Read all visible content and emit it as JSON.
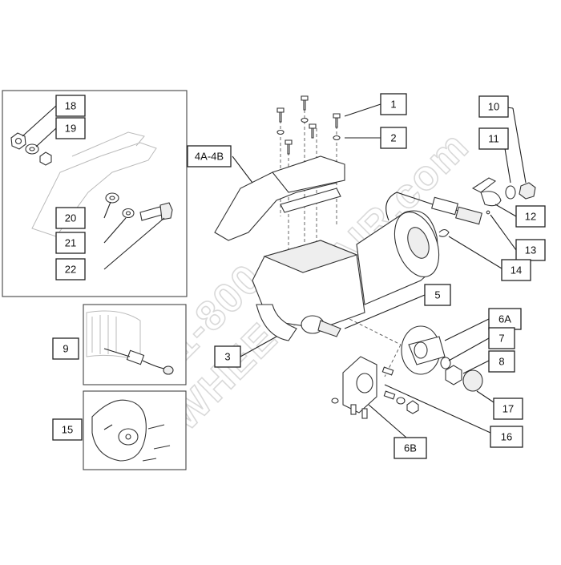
{
  "watermark": {
    "line1": "1-800",
    "line2": "WHEELCHAIR.com"
  },
  "callouts": {
    "c1": "1",
    "c2": "2",
    "c3": "3",
    "c4a4b": "4A-4B",
    "c5": "5",
    "c6a": "6A",
    "c6b": "6B",
    "c7": "7",
    "c8": "8",
    "c9": "9",
    "c10": "10",
    "c11": "11",
    "c12": "12",
    "c13": "13",
    "c14": "14",
    "c15": "15",
    "c16": "16",
    "c17": "17",
    "c18": "18",
    "c19": "19",
    "c20": "20",
    "c21": "21",
    "c22": "22"
  }
}
